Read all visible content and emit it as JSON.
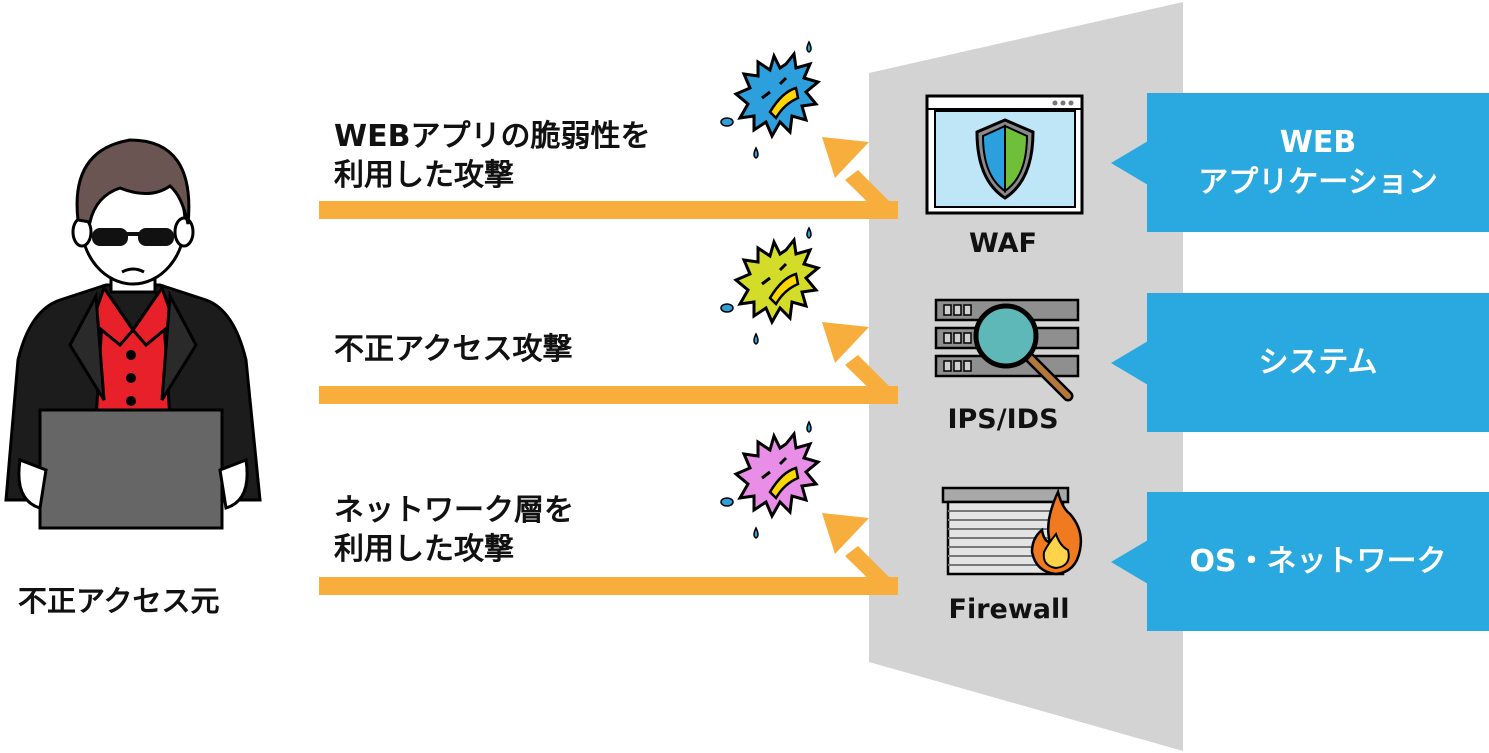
{
  "attacker": {
    "label": "不正アクセス元"
  },
  "layers": [
    {
      "attack": "WEBアプリの脆弱性を\n利用した攻撃",
      "device": "WAF",
      "protects": "WEB\nアプリケーション",
      "burst_color": "#2d9fdc",
      "device_icon": "shield-browser-icon"
    },
    {
      "attack": "不正アクセス攻撃",
      "device": "IPS/IDS",
      "protects": "システム",
      "burst_color": "#d4dc2a",
      "device_icon": "server-magnifier-icon"
    },
    {
      "attack": "ネットワーク層を\n利用した攻撃",
      "device": "Firewall",
      "protects": "OS・ネットワーク",
      "burst_color": "#e88ee6",
      "device_icon": "firewall-shutter-icon"
    }
  ],
  "colors": {
    "arrow": "#f8ae3d",
    "wall": "#d3d3d3",
    "callout": "#2aa8e0",
    "drop": "#2f9fd8"
  }
}
